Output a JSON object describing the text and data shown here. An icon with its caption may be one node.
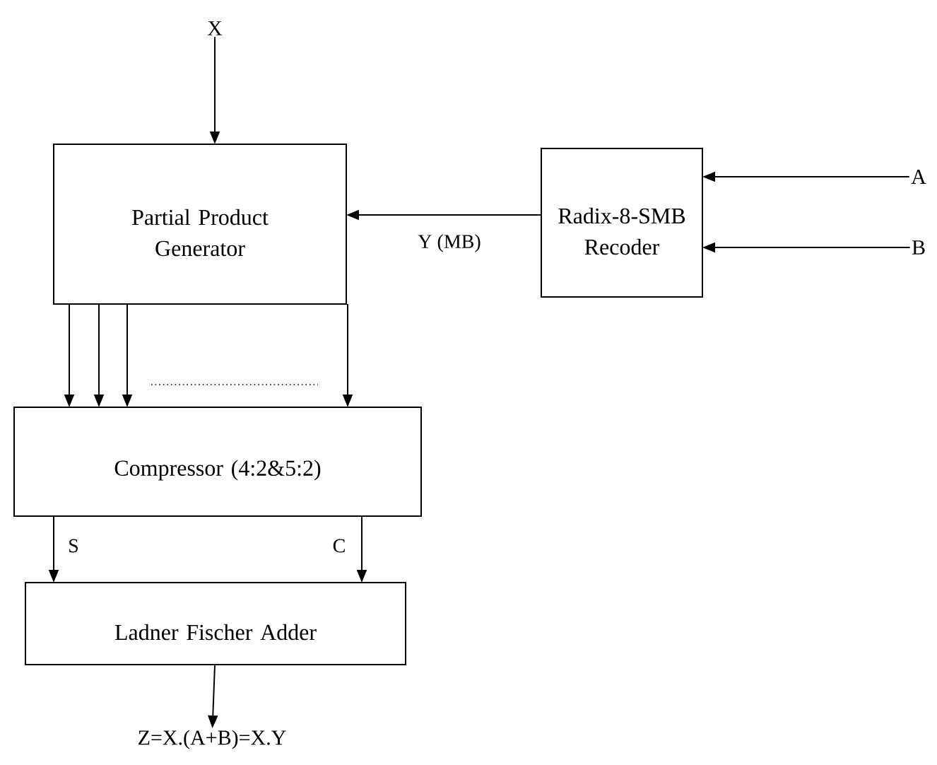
{
  "diagram": {
    "nodes": [
      {
        "text": [
          "X"
        ]
      },
      {
        "text": [
          "Partial Product Generator"
        ]
      },
      {
        "text": [
          "Radix-8-SMB Recoder"
        ]
      },
      {
        "text": [
          "A"
        ]
      },
      {
        "text": [
          "B"
        ]
      },
      {
        "text": [
          "Compressor (4:2&5:2)"
        ]
      },
      {
        "text": [
          "Ladner Fischer Adder"
        ]
      },
      {
        "text": [
          "Z=X.(A+B)=X.Y"
        ]
      }
    ],
    "edges": [
      {
        "from": 0,
        "to": 1,
        "arrow": "to"
      },
      {
        "from": 3,
        "to": 2,
        "arrow": "to"
      },
      {
        "from": 4,
        "to": 2,
        "arrow": "to"
      },
      {
        "from": 2,
        "to": 1,
        "arrow": "to",
        "label": "Y (MB)"
      },
      {
        "from": 1,
        "to": 5,
        "arrow": "to"
      },
      {
        "from": 1,
        "to": 5,
        "arrow": "to"
      },
      {
        "from": 1,
        "to": 5,
        "arrow": "to"
      },
      {
        "from": 1,
        "to": 5,
        "arrow": "to"
      },
      {
        "from": 5,
        "to": 6,
        "arrow": "to",
        "label": "S"
      },
      {
        "from": 5,
        "to": 6,
        "arrow": "to",
        "label": "C"
      },
      {
        "from": 6,
        "to": 7,
        "arrow": "to"
      }
    ]
  }
}
